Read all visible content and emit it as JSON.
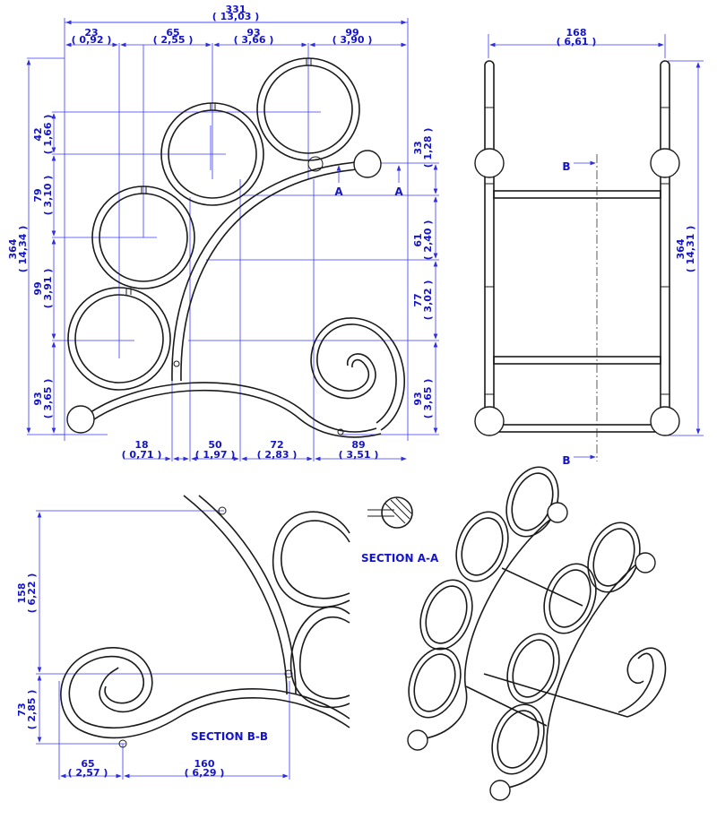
{
  "front_view": {
    "top_dims": [
      {
        "mm": "331",
        "in": "13,03"
      },
      {
        "mm": "23",
        "in": "0,92"
      },
      {
        "mm": "65",
        "in": "2,55"
      },
      {
        "mm": "93",
        "in": "3,66"
      },
      {
        "mm": "99",
        "in": "3,90"
      }
    ],
    "bottom_dims": [
      {
        "mm": "18",
        "in": "0,71"
      },
      {
        "mm": "50",
        "in": "1,97"
      },
      {
        "mm": "72",
        "in": "2,83"
      },
      {
        "mm": "89",
        "in": "3,51"
      }
    ],
    "left_dims": [
      {
        "mm": "364",
        "in": "14,34"
      },
      {
        "mm": "42",
        "in": "1,66"
      },
      {
        "mm": "79",
        "in": "3,10"
      },
      {
        "mm": "99",
        "in": "3,91"
      },
      {
        "mm": "93",
        "in": "3,65"
      }
    ],
    "right_dims": [
      {
        "mm": "33",
        "in": "1,28"
      },
      {
        "mm": "61",
        "in": "2,40"
      },
      {
        "mm": "77",
        "in": "3,02"
      },
      {
        "mm": "93",
        "in": "3,65"
      }
    ],
    "section_mark": "A"
  },
  "side_view": {
    "width_dim": {
      "mm": "168",
      "in": "6,61"
    },
    "height_dim": {
      "mm": "364",
      "in": "14,31"
    },
    "section_mark": "B"
  },
  "section_b": {
    "label": "SECTION B-B",
    "left_dims": [
      {
        "mm": "158",
        "in": "6,22"
      },
      {
        "mm": "73",
        "in": "2,85"
      }
    ],
    "bottom_dims": [
      {
        "mm": "65",
        "in": "2,57"
      },
      {
        "mm": "160",
        "in": "6,29"
      }
    ]
  },
  "section_a": {
    "label": "SECTION A-A"
  }
}
